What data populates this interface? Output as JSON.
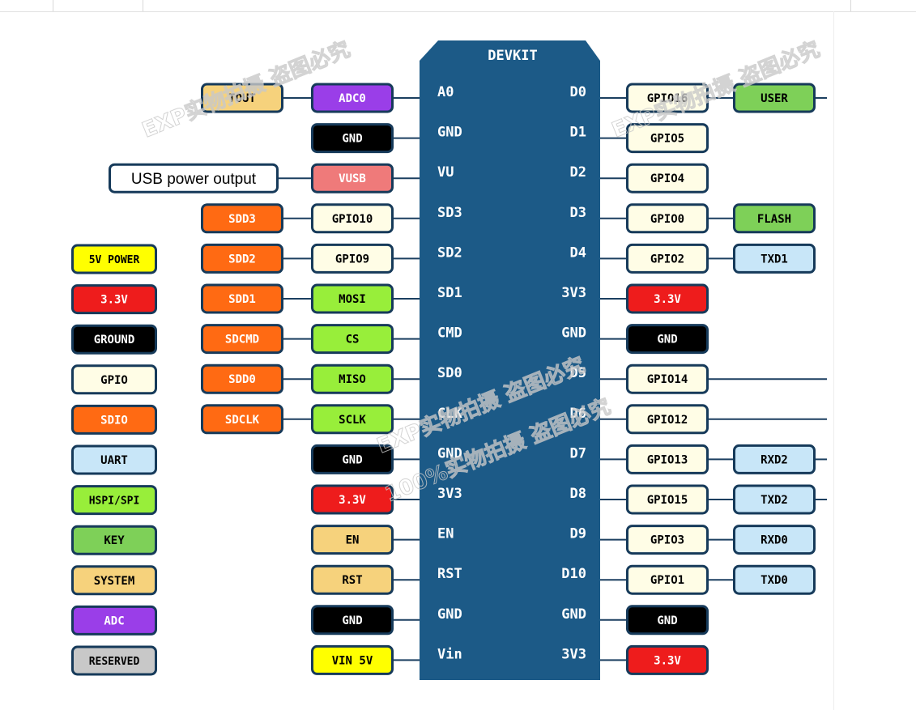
{
  "board": {
    "title": "DEVKIT",
    "color": "#1c5a87"
  },
  "board_left_pins": [
    "A0",
    "GND",
    "VU",
    "SD3",
    "SD2",
    "SD1",
    "CMD",
    "SD0",
    "CLK",
    "GND",
    "3V3",
    "EN",
    "RST",
    "GND",
    "Vin"
  ],
  "board_right_pins": [
    "D0",
    "D1",
    "D2",
    "D3",
    "D4",
    "3V3",
    "GND",
    "D5",
    "D6",
    "D7",
    "D8",
    "D9",
    "D10",
    "GND",
    "3V3"
  ],
  "left_func": [
    {
      "label": "ADC0",
      "cat": "adc"
    },
    {
      "label": "GND",
      "cat": "ground"
    },
    {
      "label": "VUSB",
      "cat": "vusb"
    },
    {
      "label": "GPIO10",
      "cat": "gpio"
    },
    {
      "label": "GPIO9",
      "cat": "gpio"
    },
    {
      "label": "MOSI",
      "cat": "hspi"
    },
    {
      "label": "CS",
      "cat": "hspi"
    },
    {
      "label": "MISO",
      "cat": "hspi"
    },
    {
      "label": "SCLK",
      "cat": "hspi"
    },
    {
      "label": "GND",
      "cat": "ground"
    },
    {
      "label": "3.3V",
      "cat": "p33"
    },
    {
      "label": "EN",
      "cat": "system"
    },
    {
      "label": "RST",
      "cat": "system"
    },
    {
      "label": "GND",
      "cat": "ground"
    },
    {
      "label": "VIN 5V",
      "cat": "p5"
    }
  ],
  "left_alt": [
    {
      "label": "TOUT",
      "cat": "system"
    },
    null,
    {
      "label": "USB power output",
      "cat": "callout"
    },
    {
      "label": "SDD3",
      "cat": "sdio"
    },
    {
      "label": "SDD2",
      "cat": "sdio"
    },
    {
      "label": "SDD1",
      "cat": "sdio"
    },
    {
      "label": "SDCMD",
      "cat": "sdio"
    },
    {
      "label": "SDD0",
      "cat": "sdio"
    },
    {
      "label": "SDCLK",
      "cat": "sdio"
    },
    null,
    null,
    null,
    null,
    null,
    null
  ],
  "right_func": [
    {
      "label": "GPIO16",
      "cat": "gpio"
    },
    {
      "label": "GPIO5",
      "cat": "gpio"
    },
    {
      "label": "GPIO4",
      "cat": "gpio"
    },
    {
      "label": "GPIO0",
      "cat": "gpio"
    },
    {
      "label": "GPIO2",
      "cat": "gpio"
    },
    {
      "label": "3.3V",
      "cat": "p33"
    },
    {
      "label": "GND",
      "cat": "ground"
    },
    {
      "label": "GPIO14",
      "cat": "gpio"
    },
    {
      "label": "GPIO12",
      "cat": "gpio"
    },
    {
      "label": "GPIO13",
      "cat": "gpio"
    },
    {
      "label": "GPIO15",
      "cat": "gpio"
    },
    {
      "label": "GPIO3",
      "cat": "gpio"
    },
    {
      "label": "GPIO1",
      "cat": "gpio"
    },
    {
      "label": "GND",
      "cat": "ground"
    },
    {
      "label": "3.3V",
      "cat": "p33"
    }
  ],
  "right_alt": [
    {
      "label": "USER",
      "cat": "key"
    },
    null,
    null,
    {
      "label": "FLASH",
      "cat": "key"
    },
    {
      "label": "TXD1",
      "cat": "uart"
    },
    null,
    null,
    null,
    null,
    {
      "label": "RXD2",
      "cat": "uart"
    },
    {
      "label": "TXD2",
      "cat": "uart"
    },
    {
      "label": "RXD0",
      "cat": "uart"
    },
    {
      "label": "TXD0",
      "cat": "uart"
    },
    null,
    null
  ],
  "legend": [
    {
      "label": "5V POWER",
      "cat": "p5"
    },
    {
      "label": "3.3V",
      "cat": "p33"
    },
    {
      "label": "GROUND",
      "cat": "ground"
    },
    {
      "label": "GPIO",
      "cat": "gpio"
    },
    {
      "label": "SDIO",
      "cat": "sdio"
    },
    {
      "label": "UART",
      "cat": "uart"
    },
    {
      "label": "HSPI/SPI",
      "cat": "hspi"
    },
    {
      "label": "KEY",
      "cat": "key"
    },
    {
      "label": "SYSTEM",
      "cat": "system"
    },
    {
      "label": "ADC",
      "cat": "adc"
    },
    {
      "label": "RESERVED",
      "cat": "reserved"
    }
  ],
  "colors": {
    "p5": {
      "fill": "#ffff00",
      "text": "#000000"
    },
    "p33": {
      "fill": "#ee1c1c",
      "text": "#ffffff"
    },
    "ground": {
      "fill": "#000000",
      "text": "#ffffff"
    },
    "gpio": {
      "fill": "#fffde6",
      "text": "#000000"
    },
    "sdio": {
      "fill": "#ff6a13",
      "text": "#ffffff"
    },
    "uart": {
      "fill": "#c8e6f8",
      "text": "#000000"
    },
    "hspi": {
      "fill": "#98ee3a",
      "text": "#000000"
    },
    "key": {
      "fill": "#7ed058",
      "text": "#000000"
    },
    "system": {
      "fill": "#f6d27c",
      "text": "#000000"
    },
    "adc": {
      "fill": "#9a3ee8",
      "text": "#ffffff"
    },
    "reserved": {
      "fill": "#c8c8c8",
      "text": "#000000"
    },
    "vusb": {
      "fill": "#ef7a7a",
      "text": "#ffffff"
    },
    "callout": {
      "fill": "#ffffff",
      "text": "#000000"
    },
    "border": "#163a5a"
  },
  "watermarks": [
    "EXP实物拍摄 盗图必究",
    "100%实物拍摄 盗图必究"
  ]
}
